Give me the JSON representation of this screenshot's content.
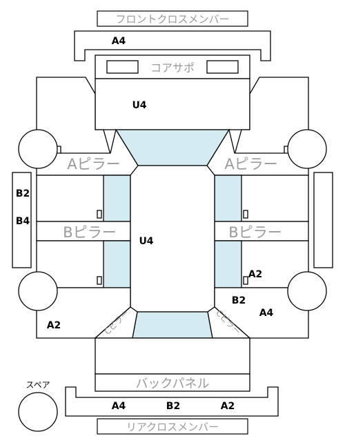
{
  "parts": {
    "front_cross_member": "フロントクロスメンバー",
    "core_support": "コアサポ",
    "a_pillar_left": "Aピラー",
    "a_pillar_right": "Aピラー",
    "b_pillar_left": "Bピラー",
    "b_pillar_right": "Bピラー",
    "back_panel": "バックパネル",
    "rear_cross_member": "リアクロスメンバー",
    "spare": "スペア",
    "c_pillar_left": "Cピラー",
    "c_pillar_right": "Cピラー"
  },
  "grades": {
    "front_cross_member": "A4",
    "hood": "U4",
    "roof": "U4",
    "left_side_upper": "B2",
    "left_side_lower": "B4",
    "right_rear_door": "A2",
    "right_rear_quarter_a": "B2",
    "right_rear_quarter_b": "A4",
    "left_rear_quarter": "A2",
    "rear_member_1": "A4",
    "rear_member_2": "B2",
    "rear_member_3": "A2"
  },
  "colors": {
    "glass": "#d4ebf2",
    "label_gray": "#9a9a9a",
    "line": "#000000"
  }
}
